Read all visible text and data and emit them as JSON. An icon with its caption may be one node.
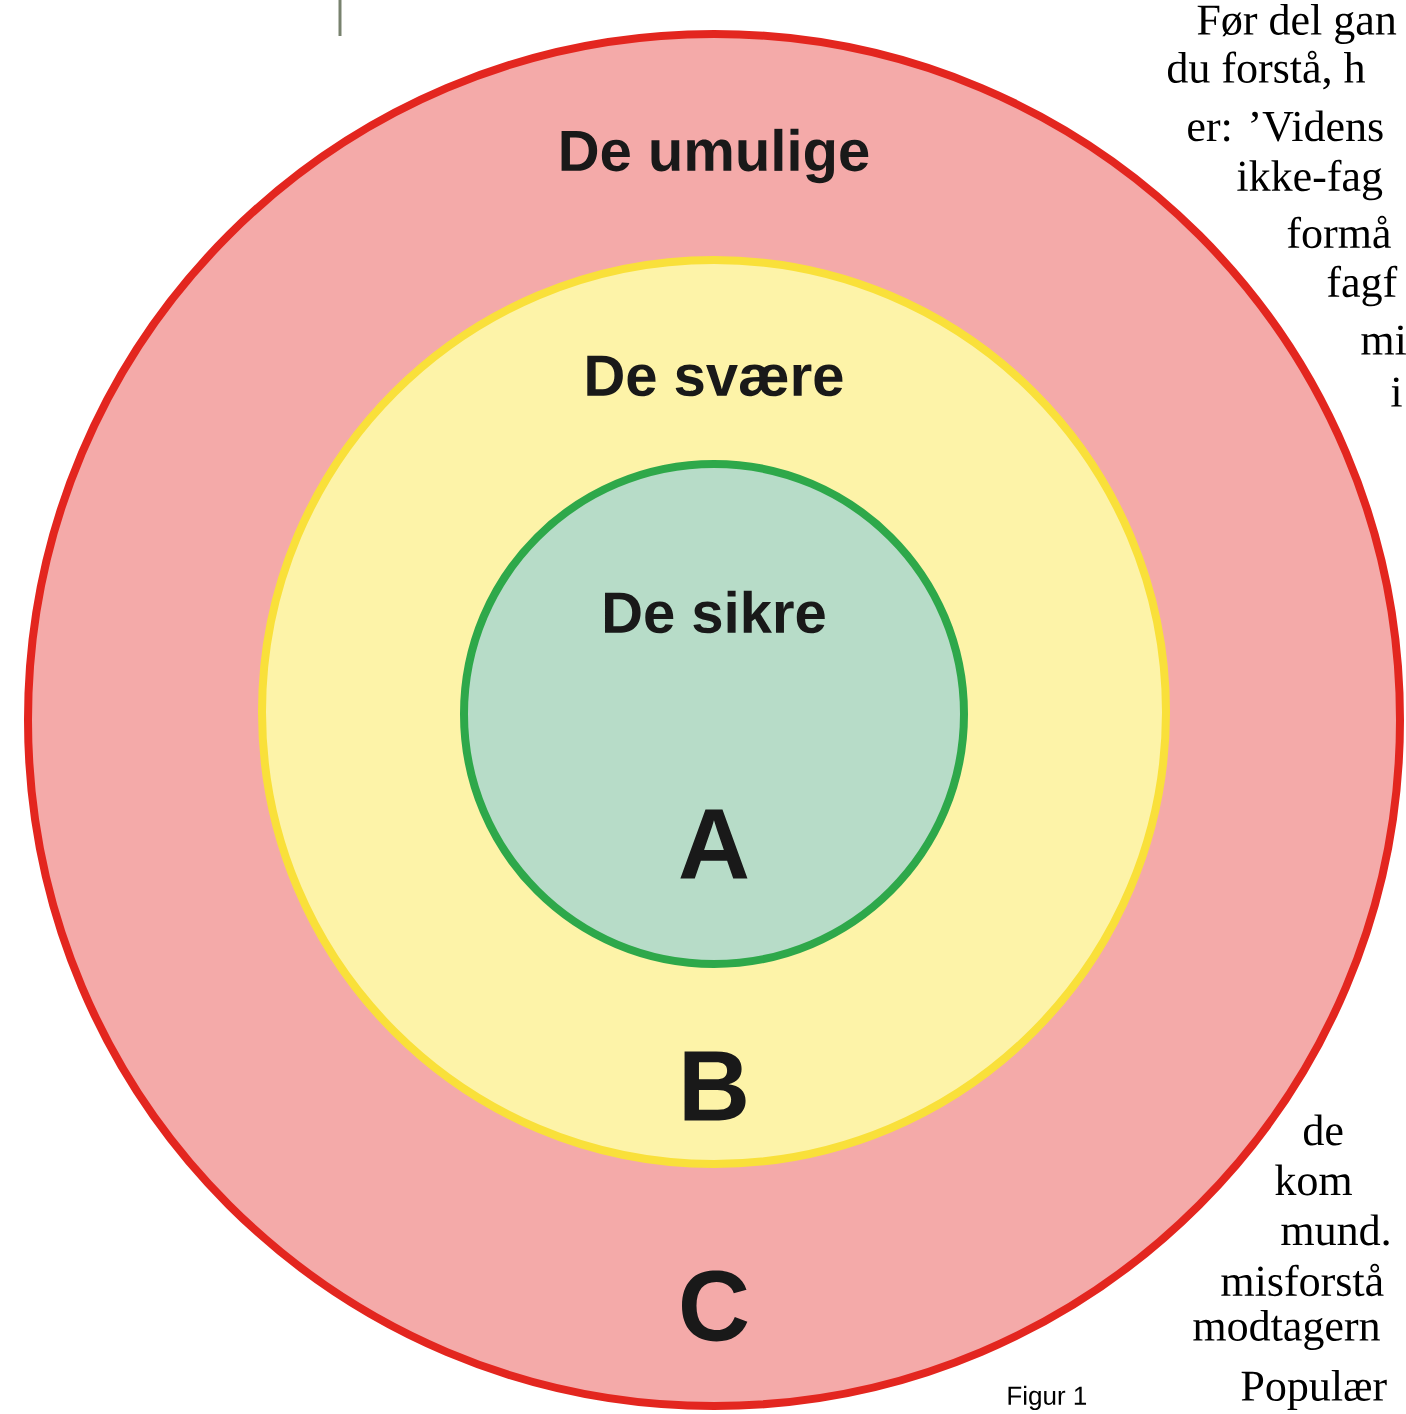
{
  "diagram": {
    "caption": "Figur 1",
    "nodes": [
      {
        "text": [
          "De umulige",
          "C"
        ]
      },
      {
        "text": [
          "De svære",
          "B"
        ],
        "in": 0
      },
      {
        "text": [
          "De sikre",
          "A"
        ],
        "in": 1
      }
    ],
    "edges": [],
    "labels": [
      "Før del gan",
      "du forstå, h",
      "er: ’Videns",
      "ikke-fag",
      "formå",
      "fagf",
      "mi",
      "i",
      "de",
      "kom",
      "mund.",
      "misforstå",
      "modtagern",
      "Populær"
    ]
  }
}
